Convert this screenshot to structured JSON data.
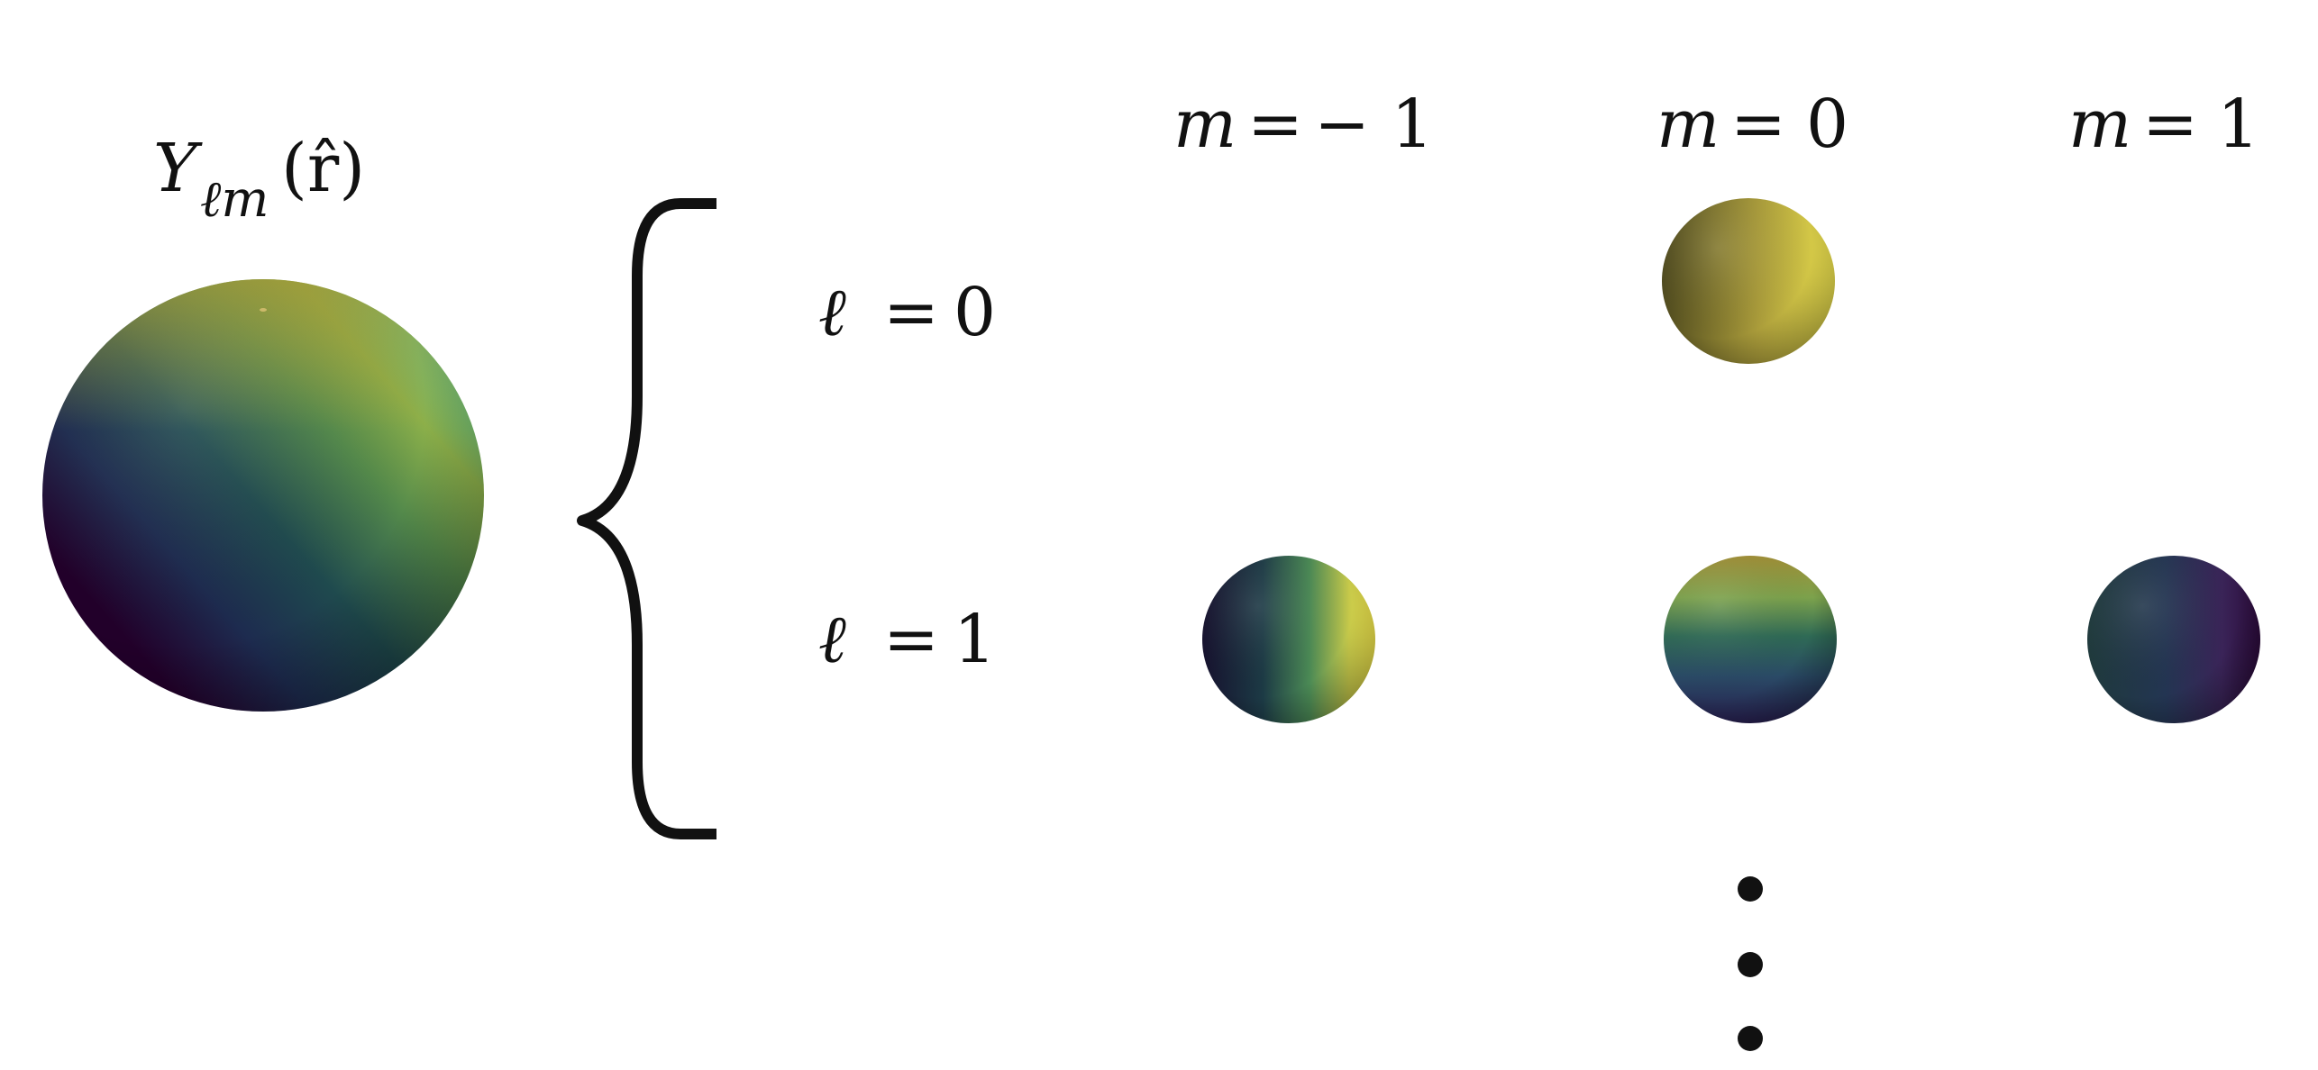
{
  "main_label": {
    "base": "Y",
    "sub": "ℓm",
    "argument": "(r̂)"
  },
  "columns": [
    {
      "var": "m",
      "eq": "=",
      "value": "− 1"
    },
    {
      "var": "m",
      "eq": "=",
      "value": "0"
    },
    {
      "var": "m",
      "eq": "=",
      "value": "1"
    }
  ],
  "rows": [
    {
      "var": "ℓ",
      "eq": "=",
      "value": "0"
    },
    {
      "var": "ℓ",
      "eq": "=",
      "value": "1"
    }
  ],
  "colormap": [
    "#440154",
    "#3b528b",
    "#21918c",
    "#5ec962",
    "#fde725"
  ],
  "spheres": [
    {
      "id": "main-sphere",
      "shading": "diagonal-dark-lower-left"
    },
    {
      "id": "sphere-l0-m0",
      "shading": "uniform-yellow"
    },
    {
      "id": "sphere-l1-m-1",
      "shading": "yellow-right"
    },
    {
      "id": "sphere-l1-m0",
      "shading": "yellow-top"
    },
    {
      "id": "sphere-l1-m1",
      "shading": "purple-right"
    }
  ],
  "continuation": "vertical-ellipsis"
}
